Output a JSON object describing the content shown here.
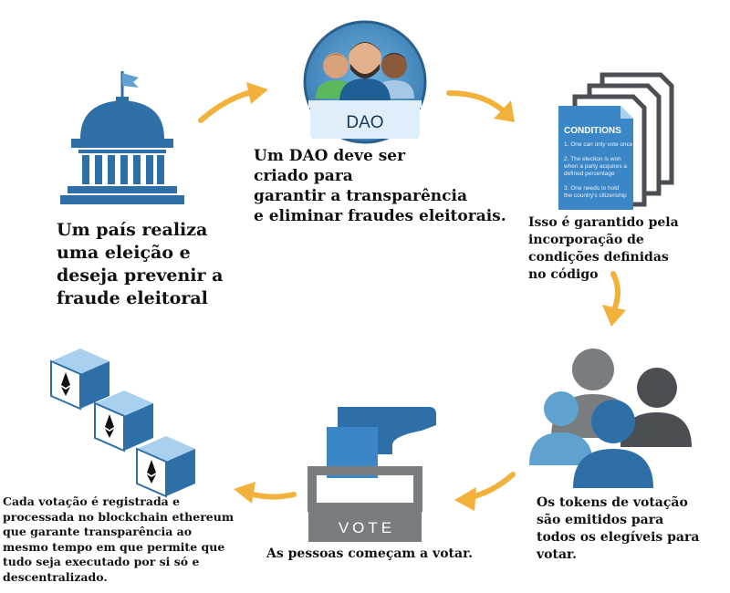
{
  "steps": {
    "step1": "Um país realiza\numa eleição e\ndeseja prevenir a\nfraude eleitoral",
    "step2": "Um DAO deve ser\n criado para\ngarantir a transparência\ne eliminar fraudes eleitorais.",
    "step3": "Isso é garantido pela\nincorporação de\ncondições definidas\nno código",
    "step4": "Os tokens de votação\nsão emitidos para\ntodos os elegíveis para\nvotar.",
    "step5": "As pessoas começam a votar.",
    "step6": "Cada votação é registrada e\nprocessada no blockchain ethereum\nque garante transparência ao\nmesmo tempo em que permite que\ntudo seja executado por si só e\ndescentralizado."
  },
  "dao_badge": {
    "label": "DAO"
  },
  "conditions_doc": {
    "title": "CONDITIONS",
    "items": [
      "1. One can only vote once",
      "2. The election is won",
      "when a party acquires a",
      "defined percentage",
      "3. One needs to hold",
      "the country's citizenship"
    ]
  },
  "ballot_box": {
    "label": "VOTE"
  },
  "colors": {
    "primary_blue": "#2f6fa8",
    "light_blue": "#5fa2d0",
    "arrow_orange": "#f2b13a",
    "dark_gray": "#4b4f54",
    "mid_gray": "#7a7d80"
  }
}
